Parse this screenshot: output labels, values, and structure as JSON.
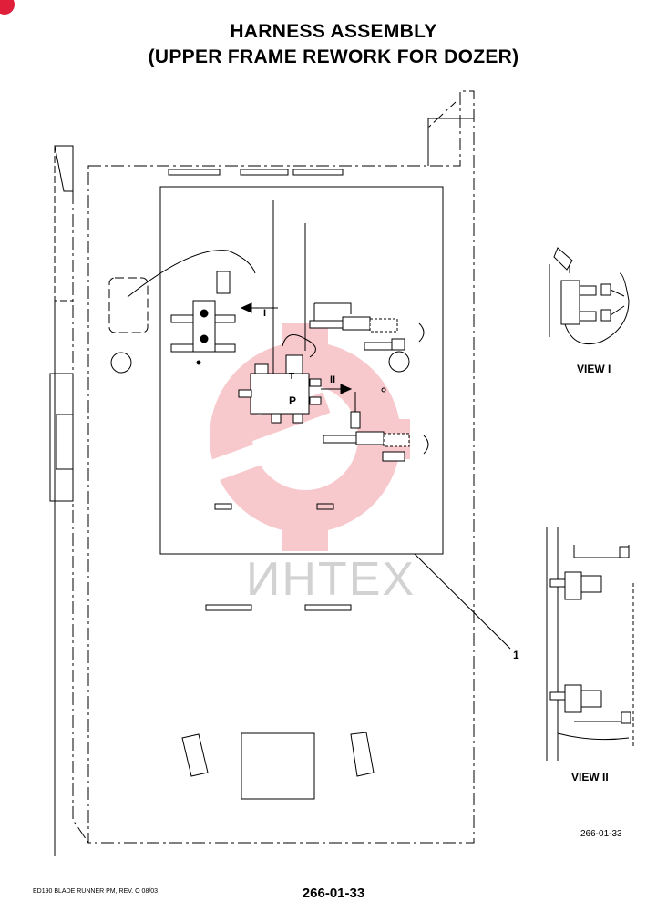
{
  "title": {
    "line1": "HARNESS ASSEMBLY",
    "line2": "(UPPER FRAME REWORK FOR DOZER)"
  },
  "labels": {
    "view1_arrow": "I",
    "view2_arrow": "II",
    "port_t": "T",
    "port_p": "P",
    "callout_1": "1"
  },
  "views": {
    "view1": "VIEW I",
    "view2": "VIEW II"
  },
  "figure_number": "266-01-33",
  "footer": {
    "left": "ED190 BLADE RUNNER PM, REV. O 08/03",
    "center": "266-01-33"
  },
  "watermark": {
    "text": "ИНТЕХ",
    "color": "#e8404a"
  }
}
